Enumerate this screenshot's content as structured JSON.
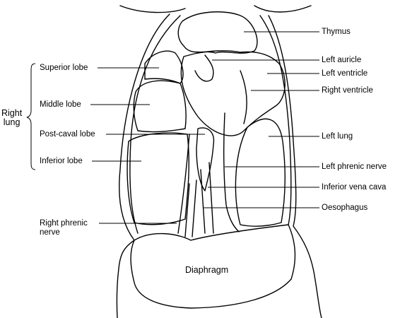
{
  "labels": {
    "thymus": "Thymus",
    "left_auricle": "Left auricle",
    "left_ventricle": "Left ventricle",
    "right_ventricle": "Right ventricle",
    "left_lung": "Left lung",
    "left_phrenic_nerve": "Left phrenic nerve",
    "inferior_vena_cava": "Inferior vena cava",
    "oesophagus": "Oesophagus",
    "superior_lobe": "Superior lobe",
    "middle_lobe": "Middle lobe",
    "post_caval_lobe": "Post-caval lobe",
    "inferior_lobe": "Inferior lobe",
    "right_lung": "Right\nlung",
    "right_phrenic_nerve": "Right phrenic\nnerve",
    "diaphragm": "Diaphragm"
  }
}
